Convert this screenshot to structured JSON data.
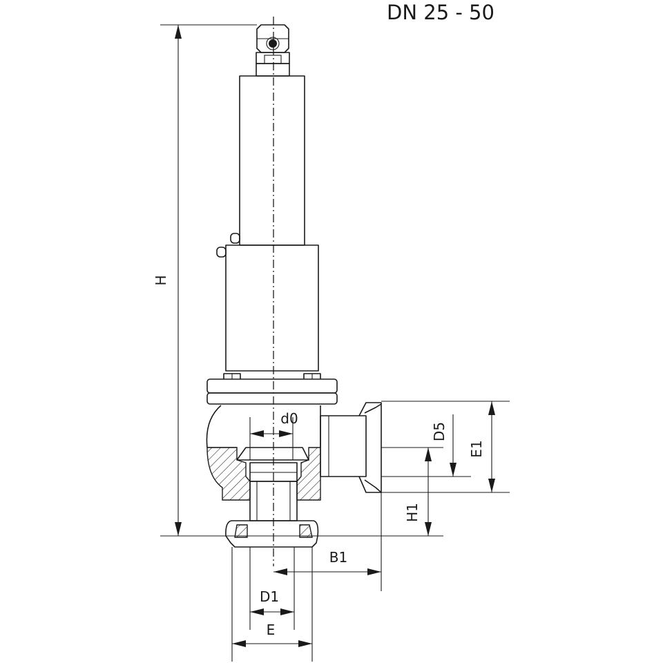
{
  "title": "DN 25 - 50",
  "dimensions": {
    "H": "H",
    "d0": "d0",
    "D5": "D5",
    "E1": "E1",
    "H1": "H1",
    "B1": "B1",
    "D1": "D1",
    "E": "E"
  }
}
